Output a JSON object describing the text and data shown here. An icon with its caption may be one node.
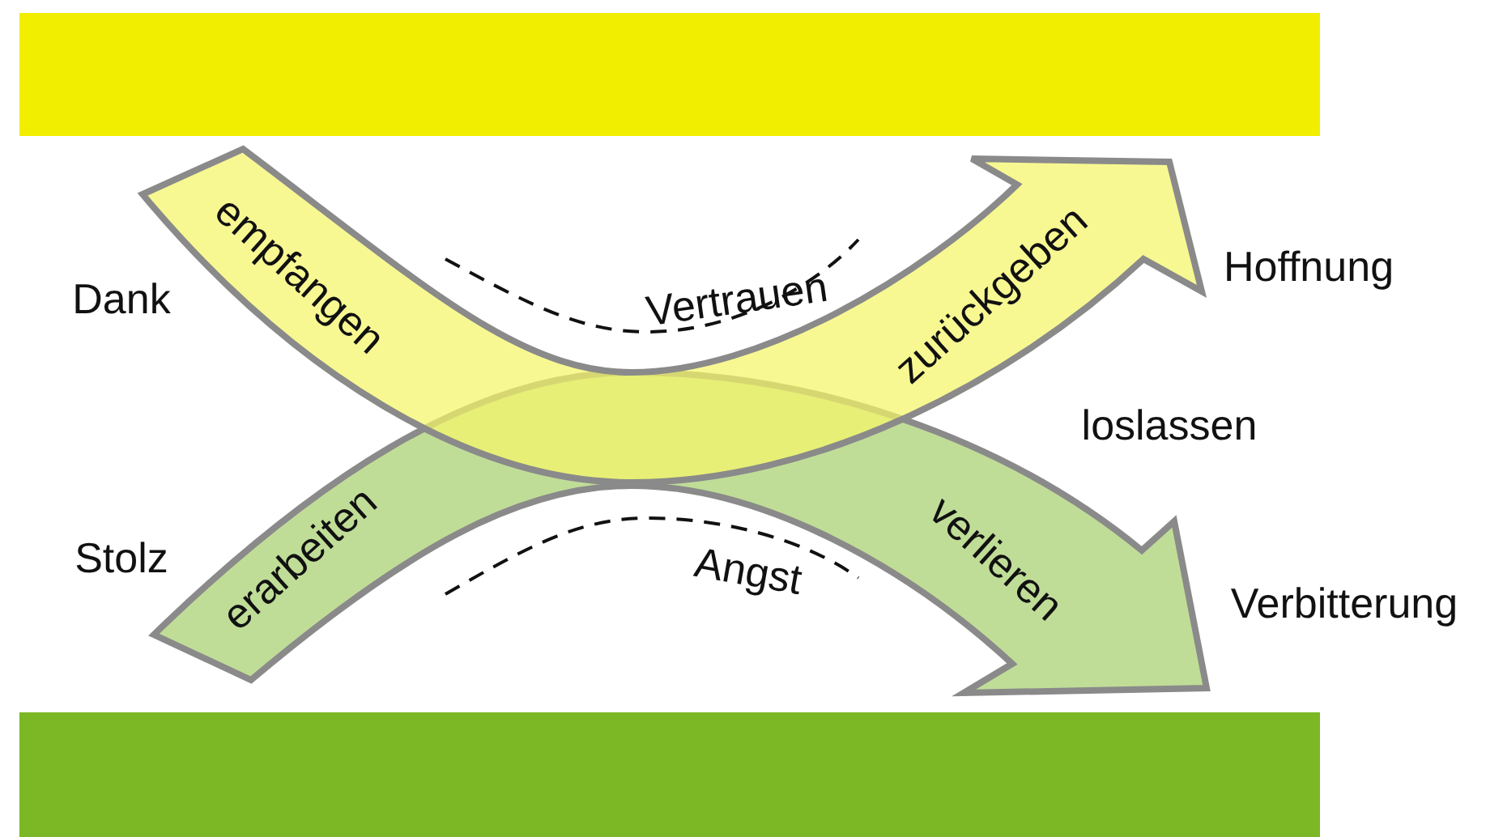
{
  "diagram": {
    "nodes": [
      {
        "text": [
          "empfangen",
          "zurückgeben"
        ]
      },
      {
        "text": [
          "erarbeiten",
          "verlieren"
        ]
      },
      {
        "text": [],
        "shape": "bar"
      },
      {
        "text": [],
        "shape": "bar"
      }
    ],
    "edges": [],
    "labels": [
      "Hoffnung",
      "Vertrauen",
      "Dank",
      "loslassen",
      "Stolz",
      "Angst",
      "Verbitterung"
    ]
  }
}
